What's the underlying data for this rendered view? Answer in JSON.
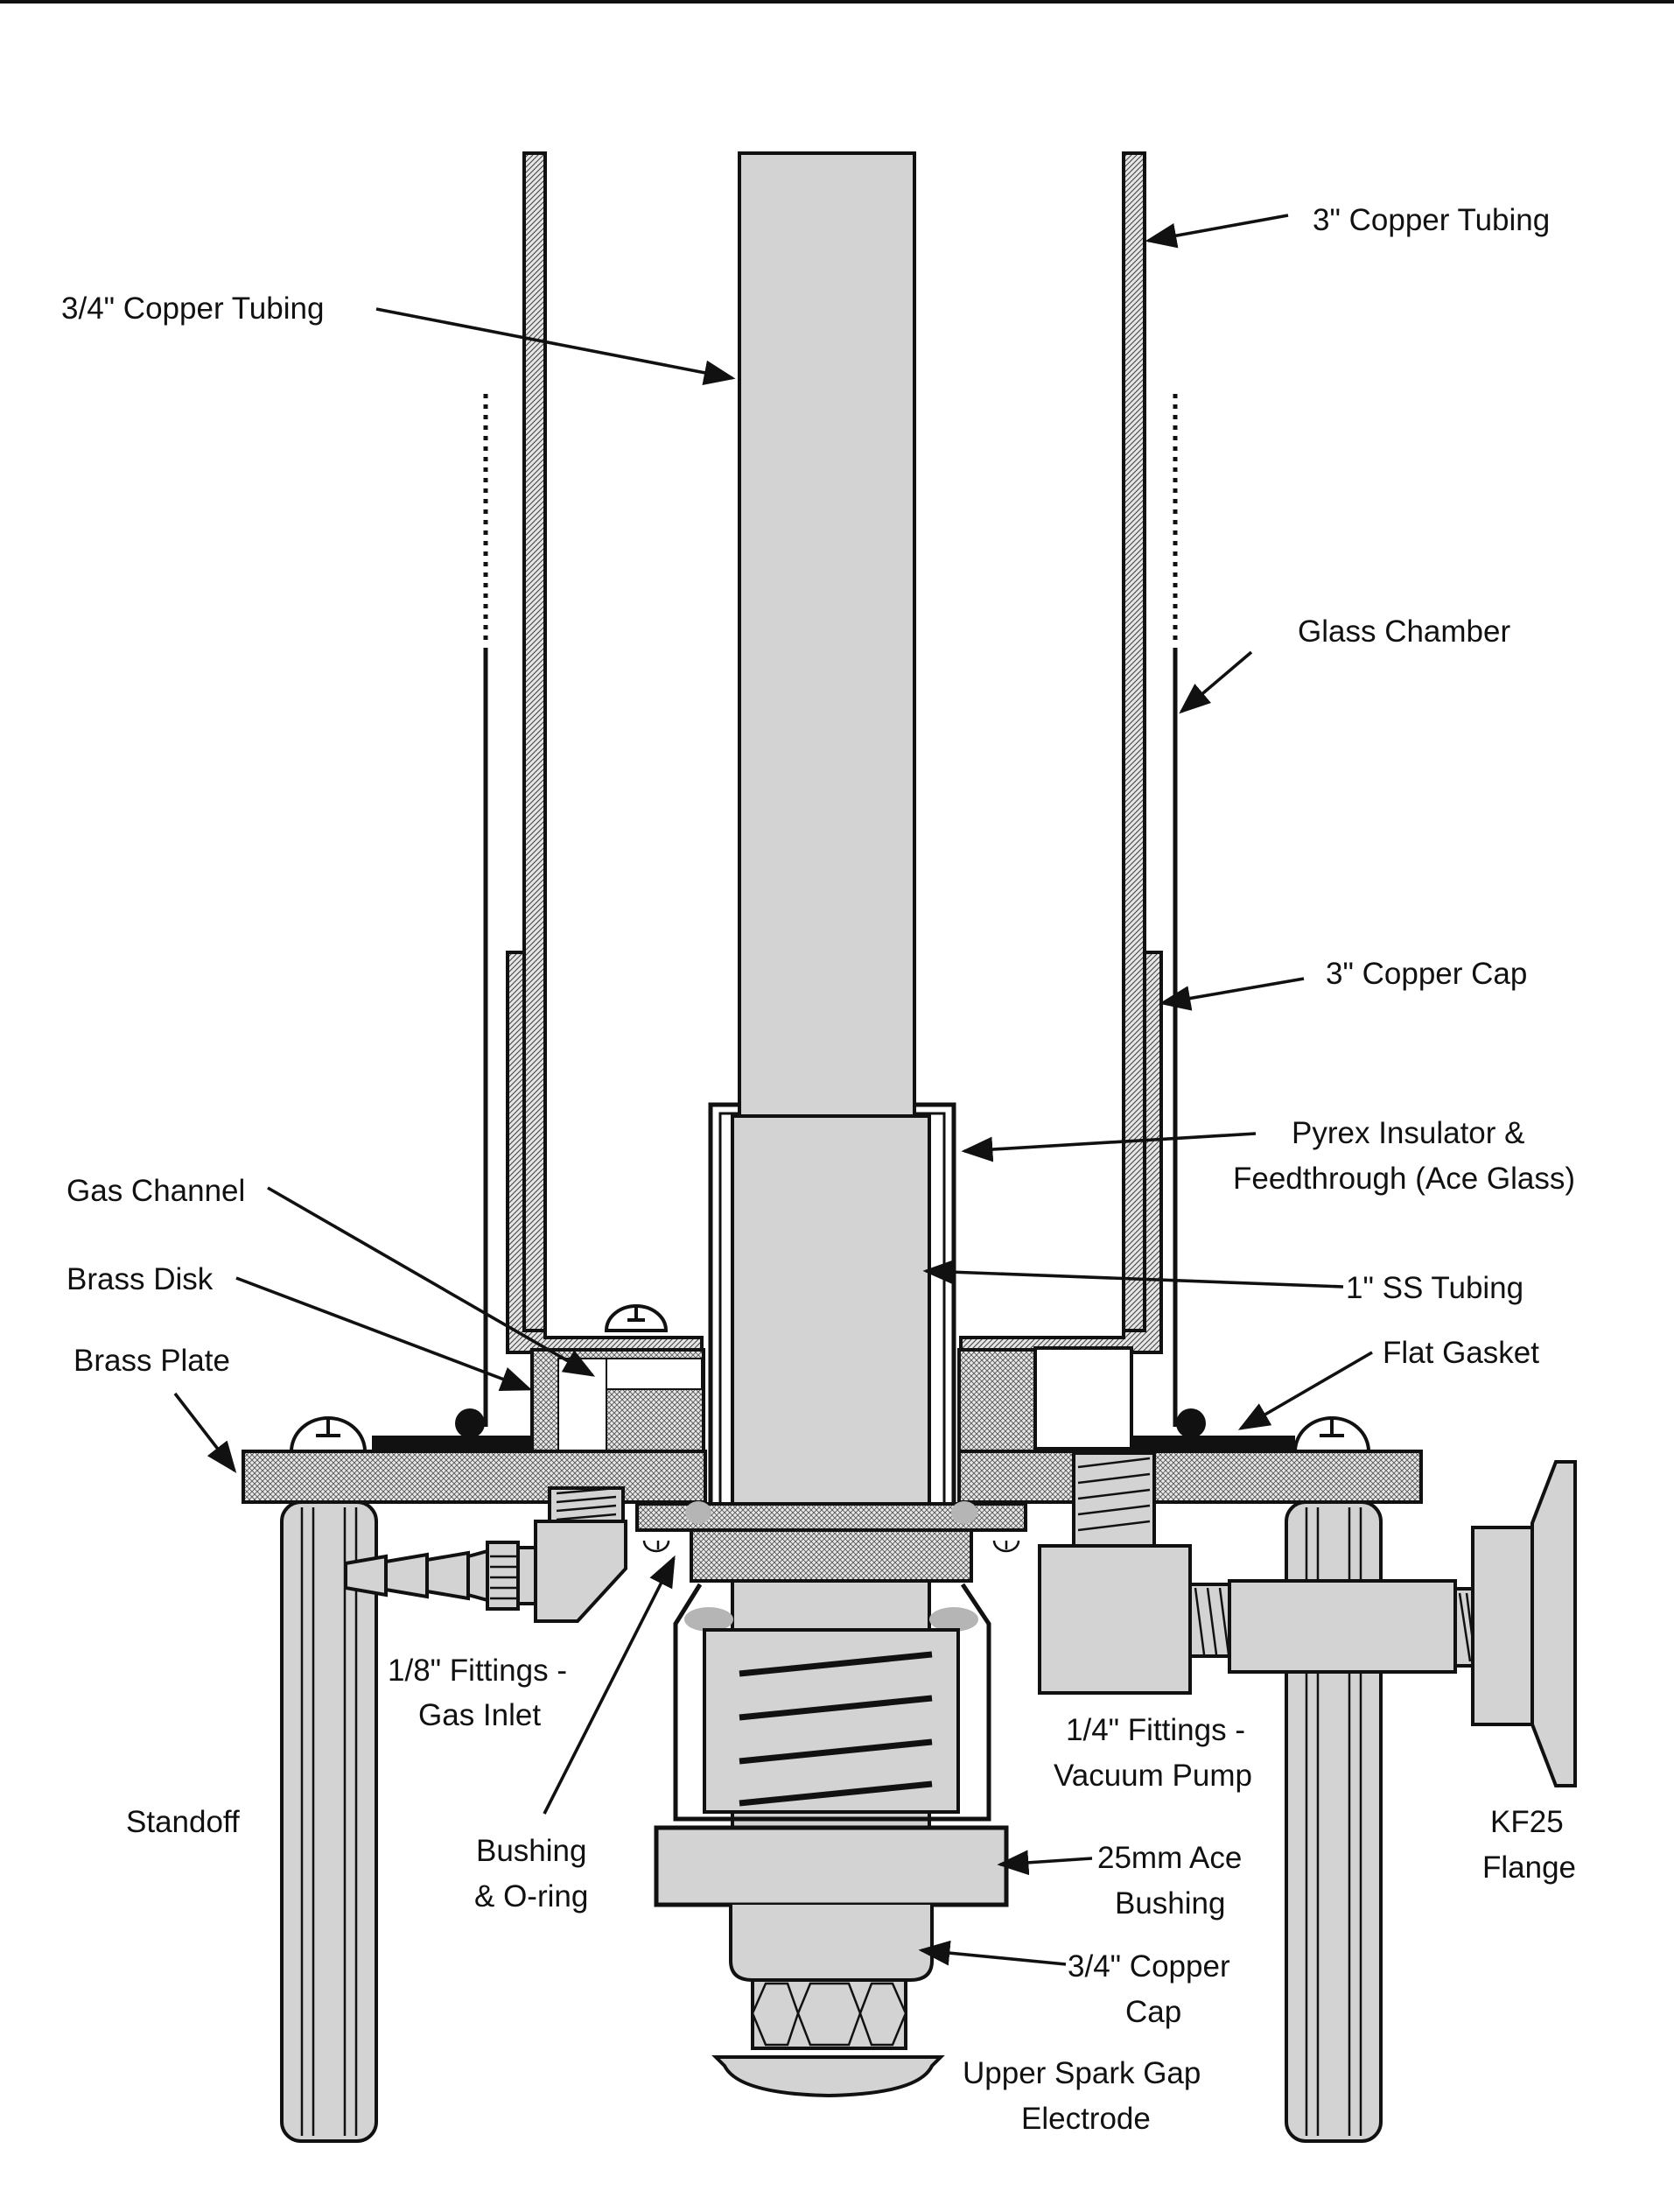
{
  "labels": {
    "copper_tubing_3in": "3\" Copper Tubing",
    "copper_tubing_34in": "3/4\" Copper Tubing",
    "glass_chamber": "Glass Chamber",
    "copper_cap_3in": "3\" Copper Cap",
    "pyrex_line1": "Pyrex Insulator &",
    "pyrex_line2": "Feedthrough (Ace Glass)",
    "gas_channel": "Gas Channel",
    "ss_tubing": "1\" SS Tubing",
    "brass_disk": "Brass Disk",
    "flat_gasket": "Flat Gasket",
    "brass_plate": "Brass Plate",
    "fittings_18_line1": "1/8\" Fittings -",
    "fittings_18_line2": "Gas Inlet",
    "fittings_14_line1": "1/4\" Fittings -",
    "fittings_14_line2": "Vacuum Pump",
    "standoff": "Standoff",
    "bushing_oring_line1": "Bushing",
    "bushing_oring_line2": "& O-ring",
    "ace_bushing_line1": "25mm Ace",
    "ace_bushing_line2": "Bushing",
    "kf25_line1": "KF25",
    "kf25_line2": "Flange",
    "copper_cap_34_line1": "3/4\" Copper",
    "copper_cap_34_line2": "Cap",
    "electrode_line1": "Upper Spark Gap",
    "electrode_line2": "Electrode"
  },
  "colors": {
    "metal_fill": "#d3d3d3",
    "hatch": "#555555",
    "outline": "#111111",
    "oring": "#b5b5b5"
  }
}
